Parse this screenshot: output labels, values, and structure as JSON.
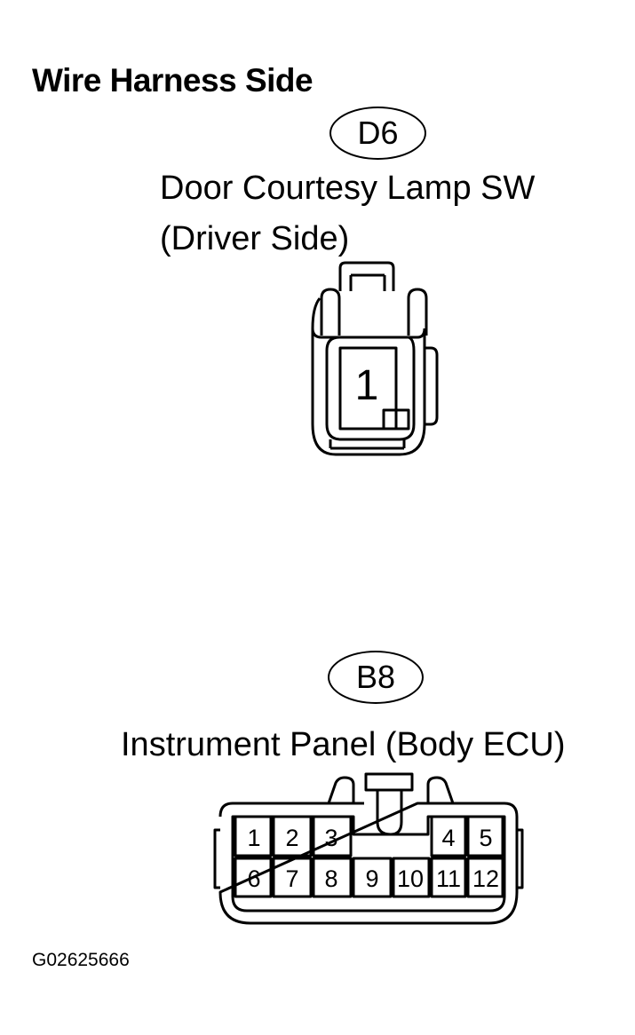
{
  "title": "Wire Harness Side",
  "connector_d6": {
    "code": "D6",
    "name_line1": "Door Courtesy Lamp SW",
    "name_line2": "(Driver Side)",
    "pins": [
      "1"
    ]
  },
  "connector_b8": {
    "code": "B8",
    "name": "Instrument Panel (Body ECU)",
    "pins_top": [
      "1",
      "2",
      "3",
      "4",
      "5"
    ],
    "pins_bottom": [
      "6",
      "7",
      "8",
      "9",
      "10",
      "11",
      "12"
    ]
  },
  "figure_code": "G02625666"
}
